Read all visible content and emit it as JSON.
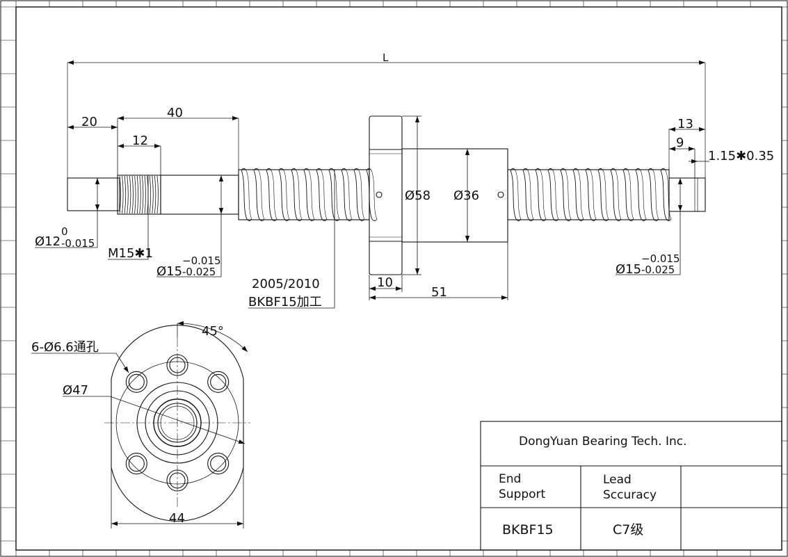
{
  "top_view": {
    "overall_length": "L",
    "dim_20": "20",
    "dim_40": "40",
    "dim_12": "12",
    "dim_13": "13",
    "dim_9": "9",
    "groove": "1.15✱0.35",
    "dia_12": "Ø12",
    "dia_12_upper": "0",
    "dia_12_lower": "-0.015",
    "thread": "M15✱1",
    "dia_15_left": "Ø15",
    "dia_15_left_upper": "−0.015",
    "dia_15_left_lower": "-0.025",
    "dia_15_right": "Ø15",
    "dia_15_right_upper": "−0.015",
    "dia_15_right_lower": "-0.025",
    "nut_model": "2005/2010",
    "machining": "BKBF15加工",
    "dia_58": "Ø58",
    "dia_36": "Ø36",
    "dim_10": "10",
    "dim_51": "51"
  },
  "end_view": {
    "holes": "6-Ø6.6通孔",
    "angle": "45°",
    "pcd": "Ø47",
    "width": "44"
  },
  "title_block": {
    "company": "DongYuan Bearing Tech. Inc.",
    "col1_line1": "End",
    "col1_line2": "Support",
    "col2_line1": "Lead",
    "col2_line2": "Sccuracy",
    "col1_value": "BKBF15",
    "col2_value": "C7级"
  }
}
